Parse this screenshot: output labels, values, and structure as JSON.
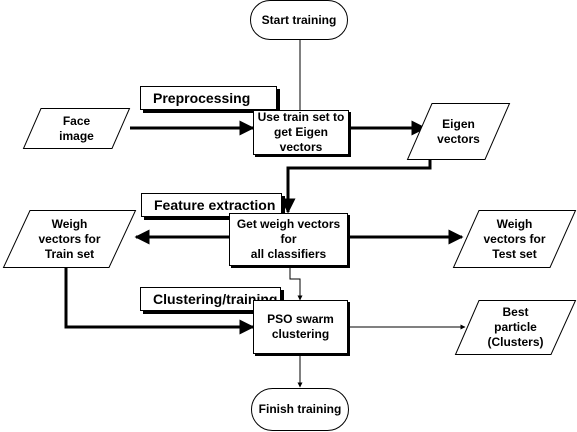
{
  "nodes": {
    "start": "Start training",
    "preprocessing": "Preprocessing",
    "face_image": "Face\nimage",
    "use_train_set": "Use train set to\nget Eigen vectors",
    "eigen_vectors": "Eigen\nvectors",
    "feature_extraction": "Feature extraction",
    "get_weigh_vectors": "Get weigh vectors for\nall classifiers",
    "weigh_train": "Weigh\nvectors for\nTrain set",
    "weigh_test": "Weigh\nvectors for\nTest set",
    "clustering_training": "Clustering/training",
    "pso": "PSO swarm\nclustering",
    "best_particle": "Best\nparticle\n(Clusters)",
    "finish": "Finish training"
  }
}
